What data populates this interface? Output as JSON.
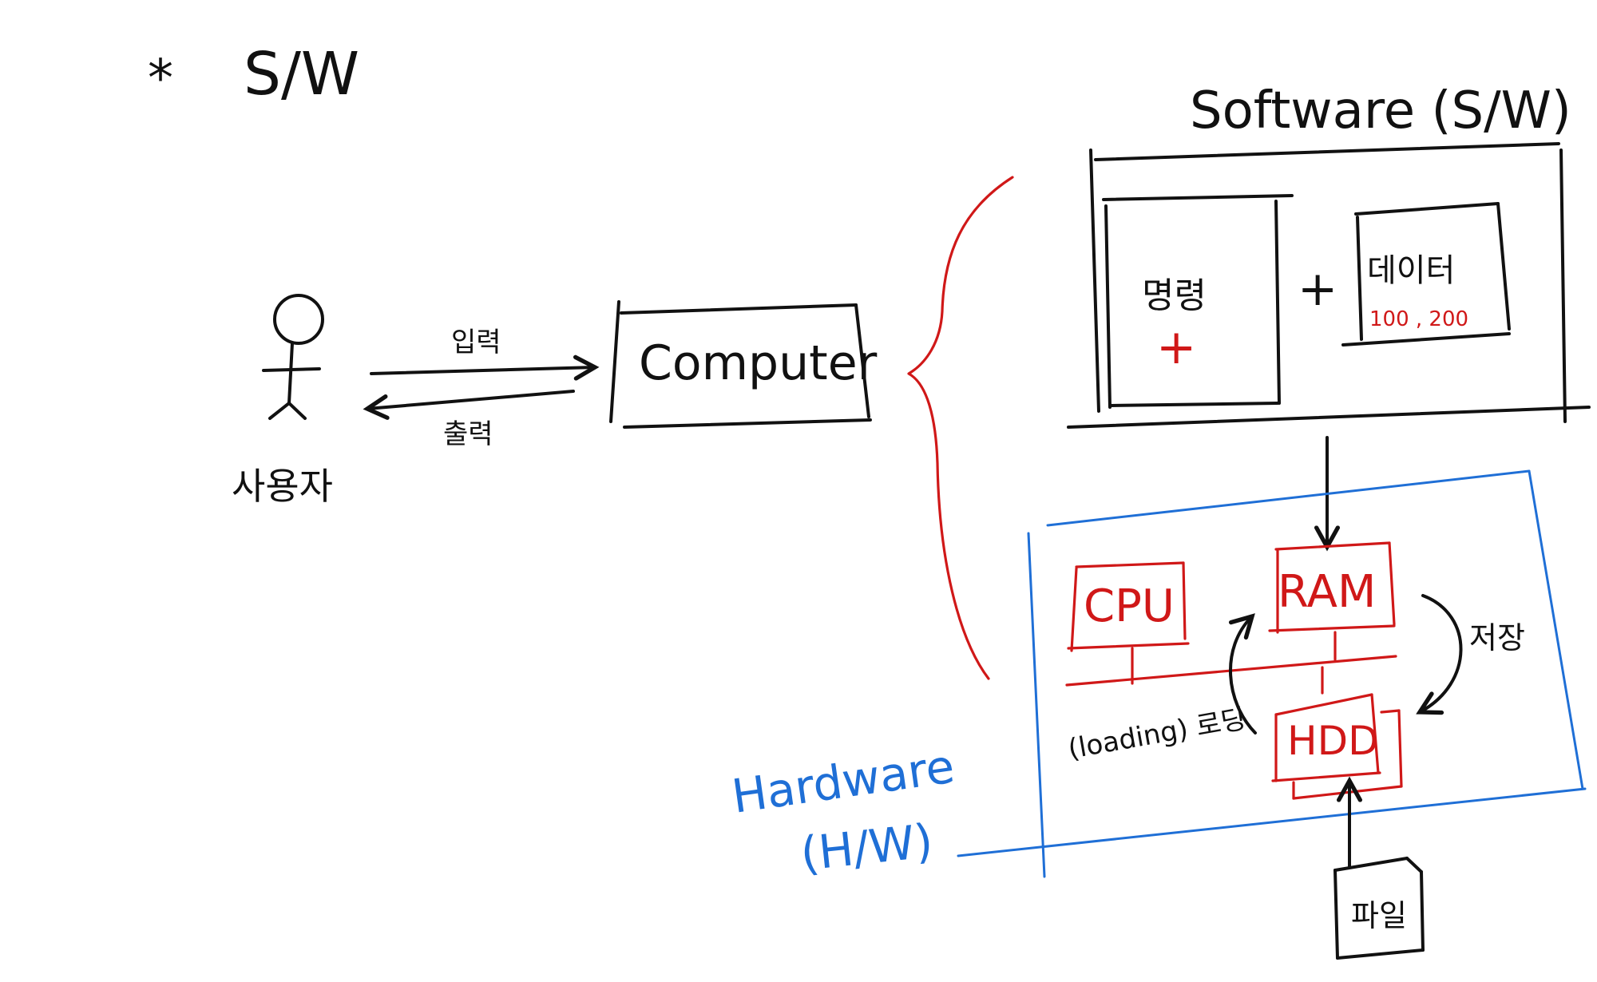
{
  "colors": {
    "ink": "#111111",
    "red": "#d01818",
    "blue": "#1f6fd6"
  },
  "heading": {
    "star": "*",
    "text": "S/W"
  },
  "user": {
    "label": "사용자",
    "icon": "stick-figure-icon"
  },
  "arrows": {
    "input_label": "입력",
    "output_label": "출력"
  },
  "computer": {
    "label": "Computer"
  },
  "software": {
    "title": "Software (S/W)",
    "command_label": "명령",
    "command_op": "+",
    "plus": "+",
    "data_label": "데이터",
    "data_values": "100 , 200"
  },
  "hardware": {
    "title_line1": "Hardware",
    "title_line2": "(H/W)",
    "cpu": "CPU",
    "ram": "RAM",
    "hdd": "HDD",
    "loading_label": "(loading) 로딩",
    "save_label": "저장",
    "file_label": "파일"
  }
}
